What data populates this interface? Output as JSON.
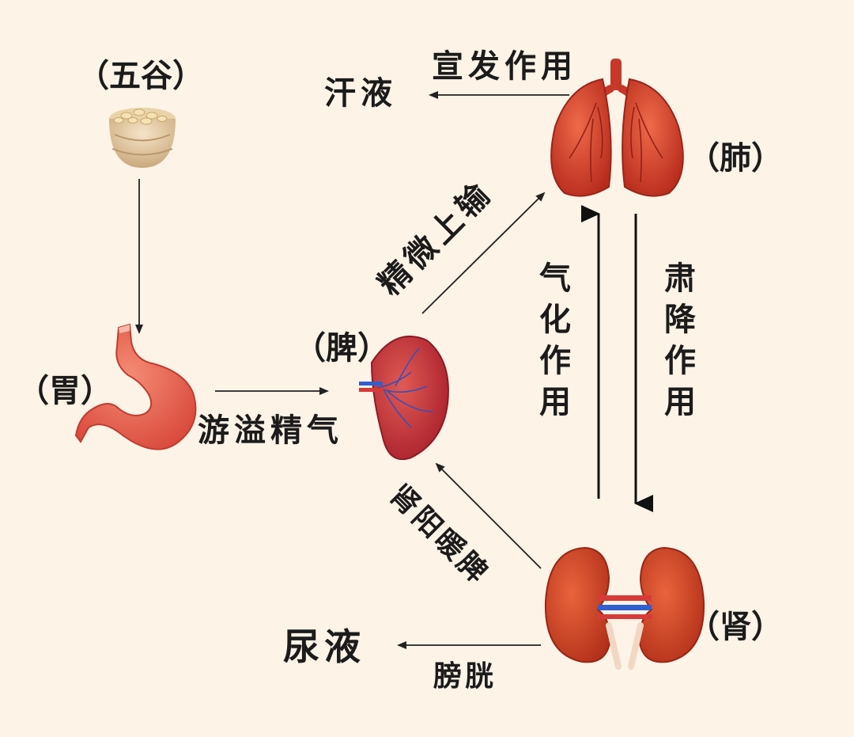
{
  "organs": {
    "grain": "（五谷）",
    "stomach": "（胃）",
    "spleen": "（脾）",
    "lung": "（肺）",
    "kidney": "（肾）"
  },
  "labels": {
    "overflow_essence": "游溢精气",
    "essence_upward": "精微上输",
    "dispersing": "宣发作用",
    "sweat": "汗液",
    "qi_transform": "气化作用",
    "descending": "肃降作用",
    "kidney_warms_spleen": "肾阳暖脾",
    "bladder": "膀胱",
    "urine": "尿液"
  },
  "colors": {
    "background": "#fdf3e6",
    "organ_red": "#d9452f",
    "organ_dark": "#a8281c",
    "text": "#1b1b1b",
    "arrow": "#222222"
  }
}
